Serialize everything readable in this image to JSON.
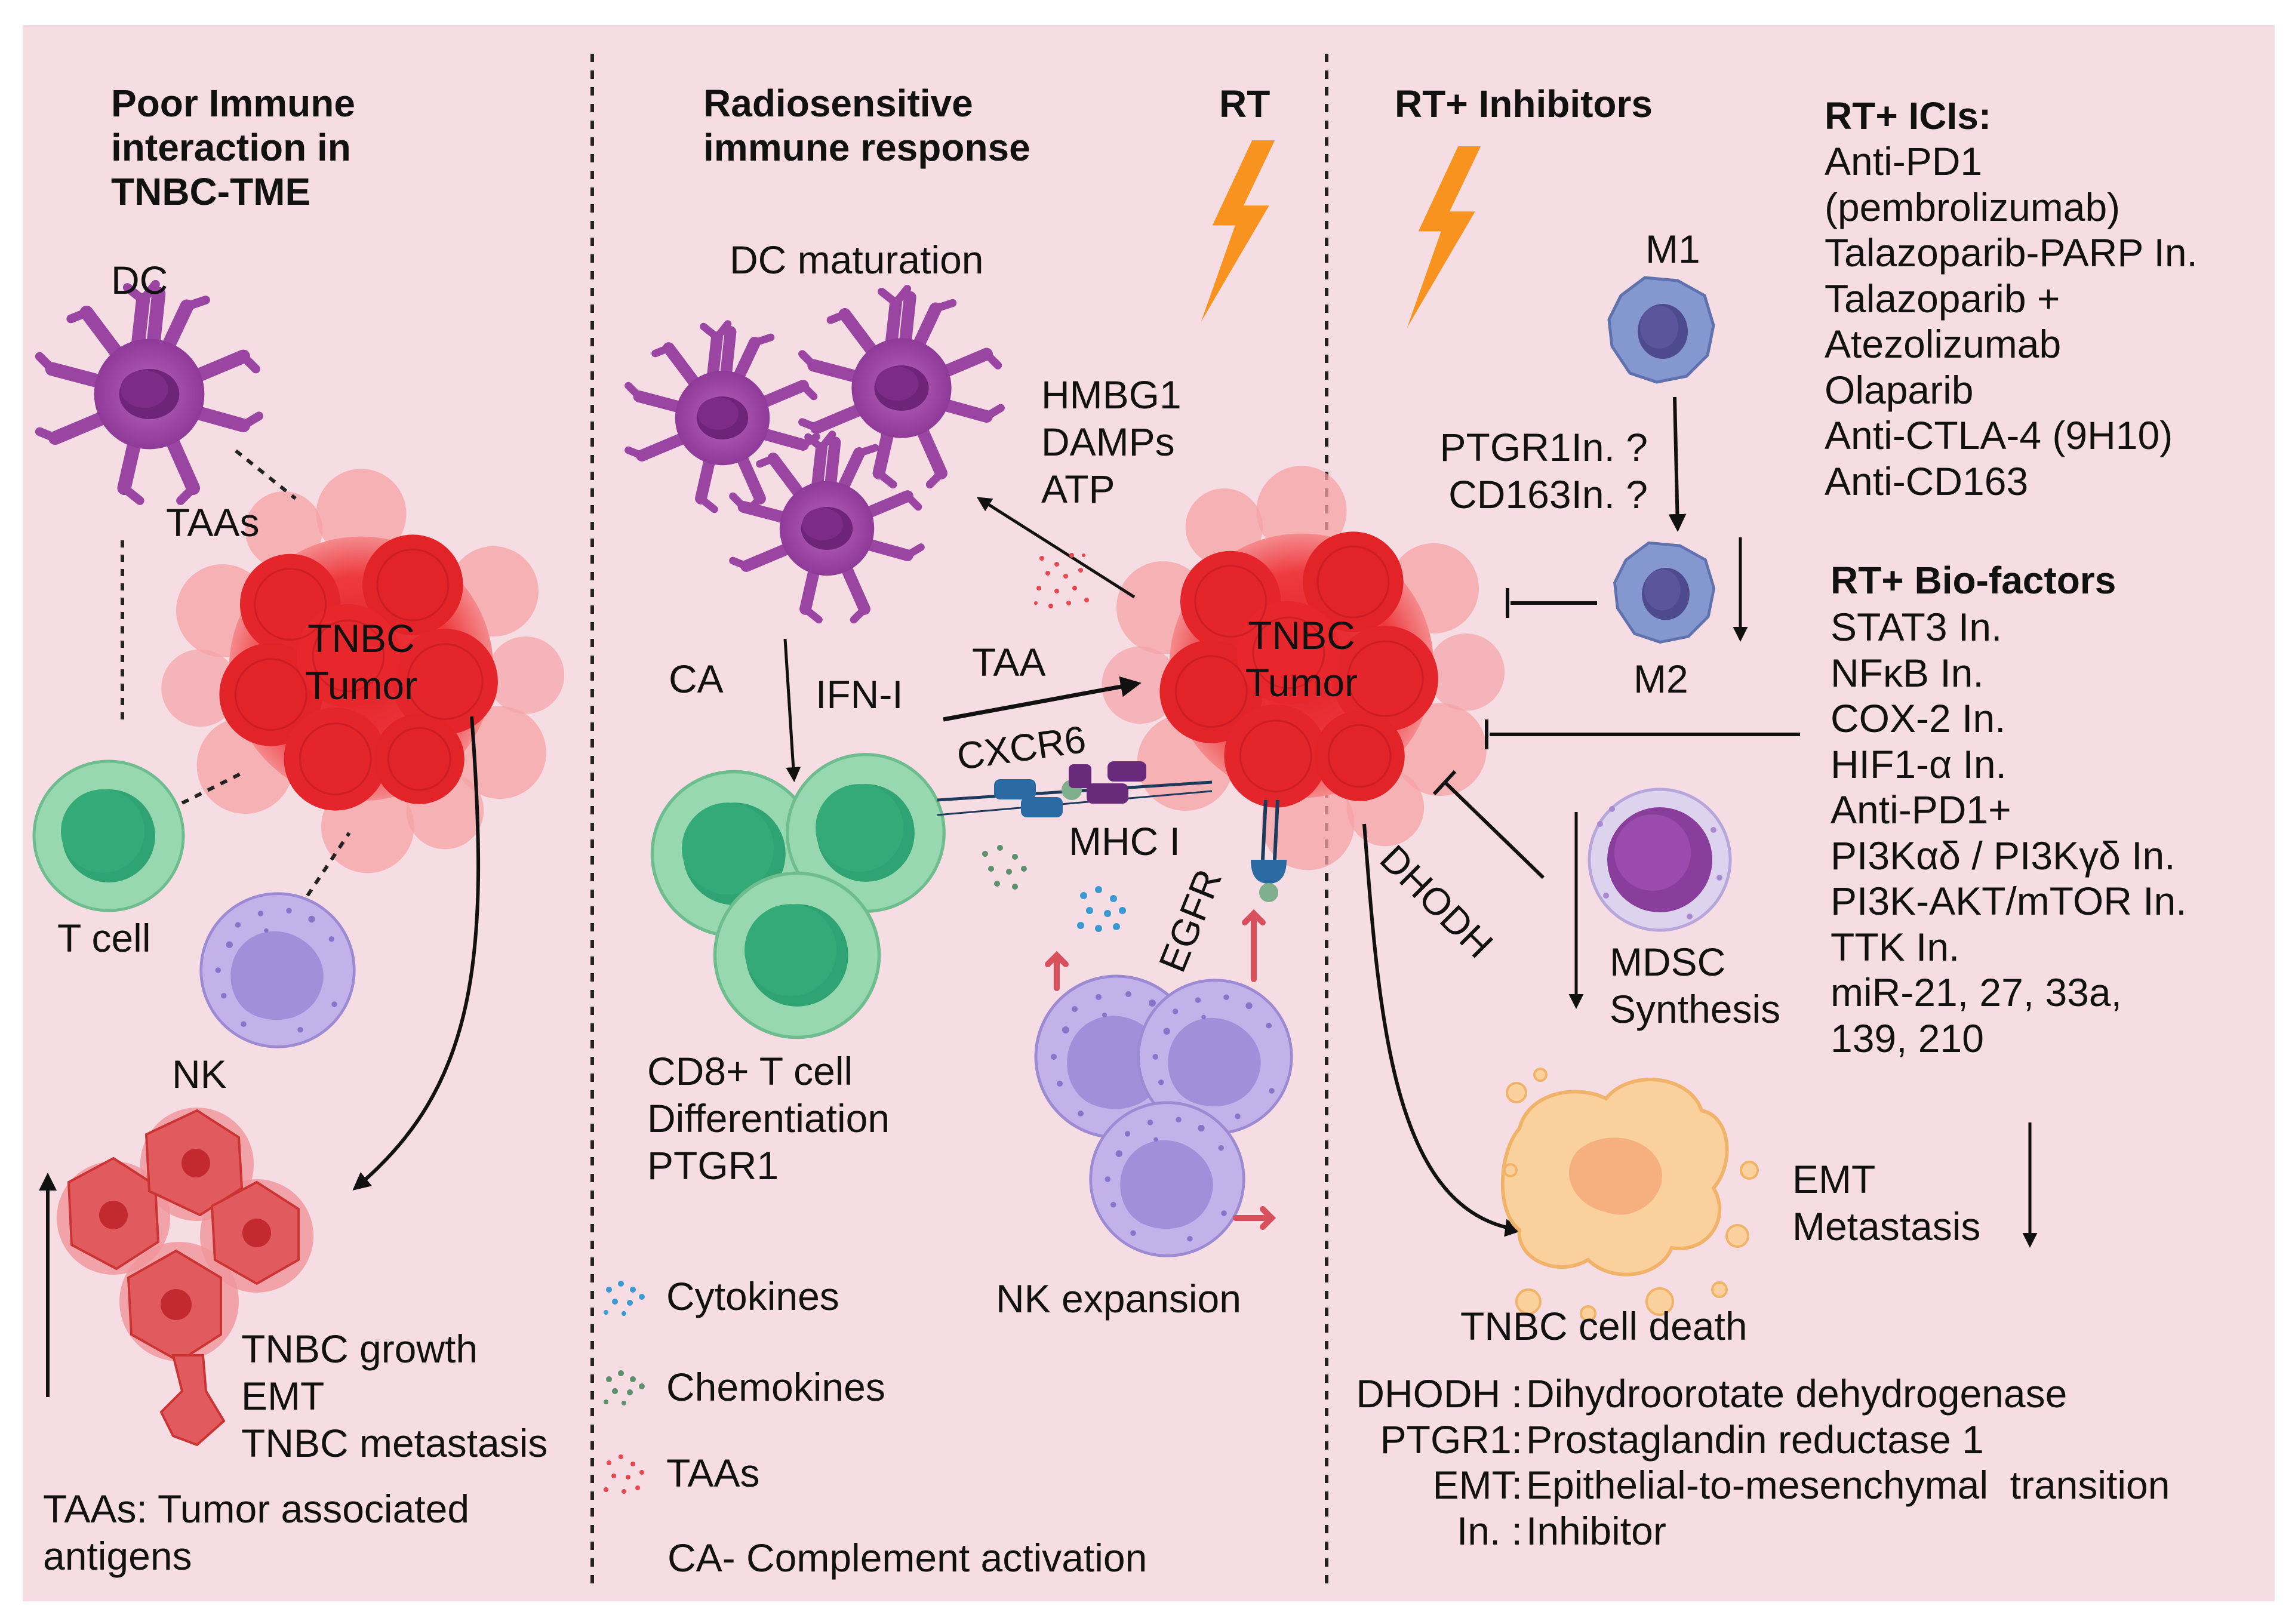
{
  "colors": {
    "background": "#f6dde3",
    "tumor": "#e8262b",
    "dendritic_cell": "#a24ba8",
    "t_cell": "#8fd3a9",
    "nk_cell": "#b9a6e3",
    "macrophage": "#7e90c9",
    "mdsc": "#8a3e9c",
    "lightning": "#f7901e",
    "dead_cell": "#fbd49b"
  },
  "left_panel": {
    "title": "Poor Immune\ninteraction in\nTNBC-TME",
    "dc_label": "DC",
    "taas_label": "TAAs",
    "tumor_label": "TNBC\nTumor",
    "t_cell_label": "T cell",
    "nk_label": "NK",
    "growth_label": "TNBC growth\nEMT\nTNBC metastasis",
    "footnote": "TAAs: Tumor associated\nantigens"
  },
  "middle_panel": {
    "title": "Radiosensitive\nimmune response",
    "rt_label": "RT",
    "dc_maturation": "DC maturation",
    "damps_label": "HMBG1\nDAMPs\nATP",
    "ca_label": "CA",
    "ifn_label": "IFN-I",
    "taa_label": "TAA",
    "cxcr6_label": "CXCR6",
    "mhc_label": "MHC I",
    "egfr_label": "EGFR",
    "cd8_label": "CD8+ T cell\nDifferentiation\nPTGR1",
    "nk_expansion": "NK expansion",
    "legend": {
      "cytokines": "Cytokines",
      "chemokines": "Chemokines",
      "taas": "TAAs"
    },
    "footnote": "CA- Complement activation"
  },
  "right_panel": {
    "title": "RT+ Inhibitors",
    "tumor_label": "TNBC\nTumor",
    "m1_label": "M1",
    "m2_label": "M2",
    "inhibitors_q": "PTGR1In. ?\nCD163In. ?",
    "dhodh_label": "DHODH",
    "mdsc_label": "MDSC\nSynthesis",
    "cell_death": "TNBC cell death",
    "emt_label": "EMT\nMetastasis",
    "icis_title": "RT+ ICIs:",
    "icis_list": "Anti-PD1\n(pembrolizumab)\nTalazoparib-PARP In.\nTalazoparib +\nAtezolizumab\nOlaparib\nAnti-CTLA-4 (9H10)\nAnti-CD163",
    "bio_title": "RT+ Bio-factors",
    "bio_list": "STAT3 In.\nNFκB In.\nCOX-2 In.\nHIF1-α In.\nAnti-PD1+\nPI3Kαδ / PI3Kγδ In.\nPI3K-AKT/mTOR In.\nTTK In.\nmiR-21, 27, 33a,\n139, 210",
    "glossary_keys": "DHODH :\nPTGR1:\nEMT:\nIn. :",
    "glossary_vals": "Dihydroorotate dehydrogenase\nProstaglandin reductase 1\nEpithelial-to-mesenchymal  transition\nInhibitor"
  }
}
